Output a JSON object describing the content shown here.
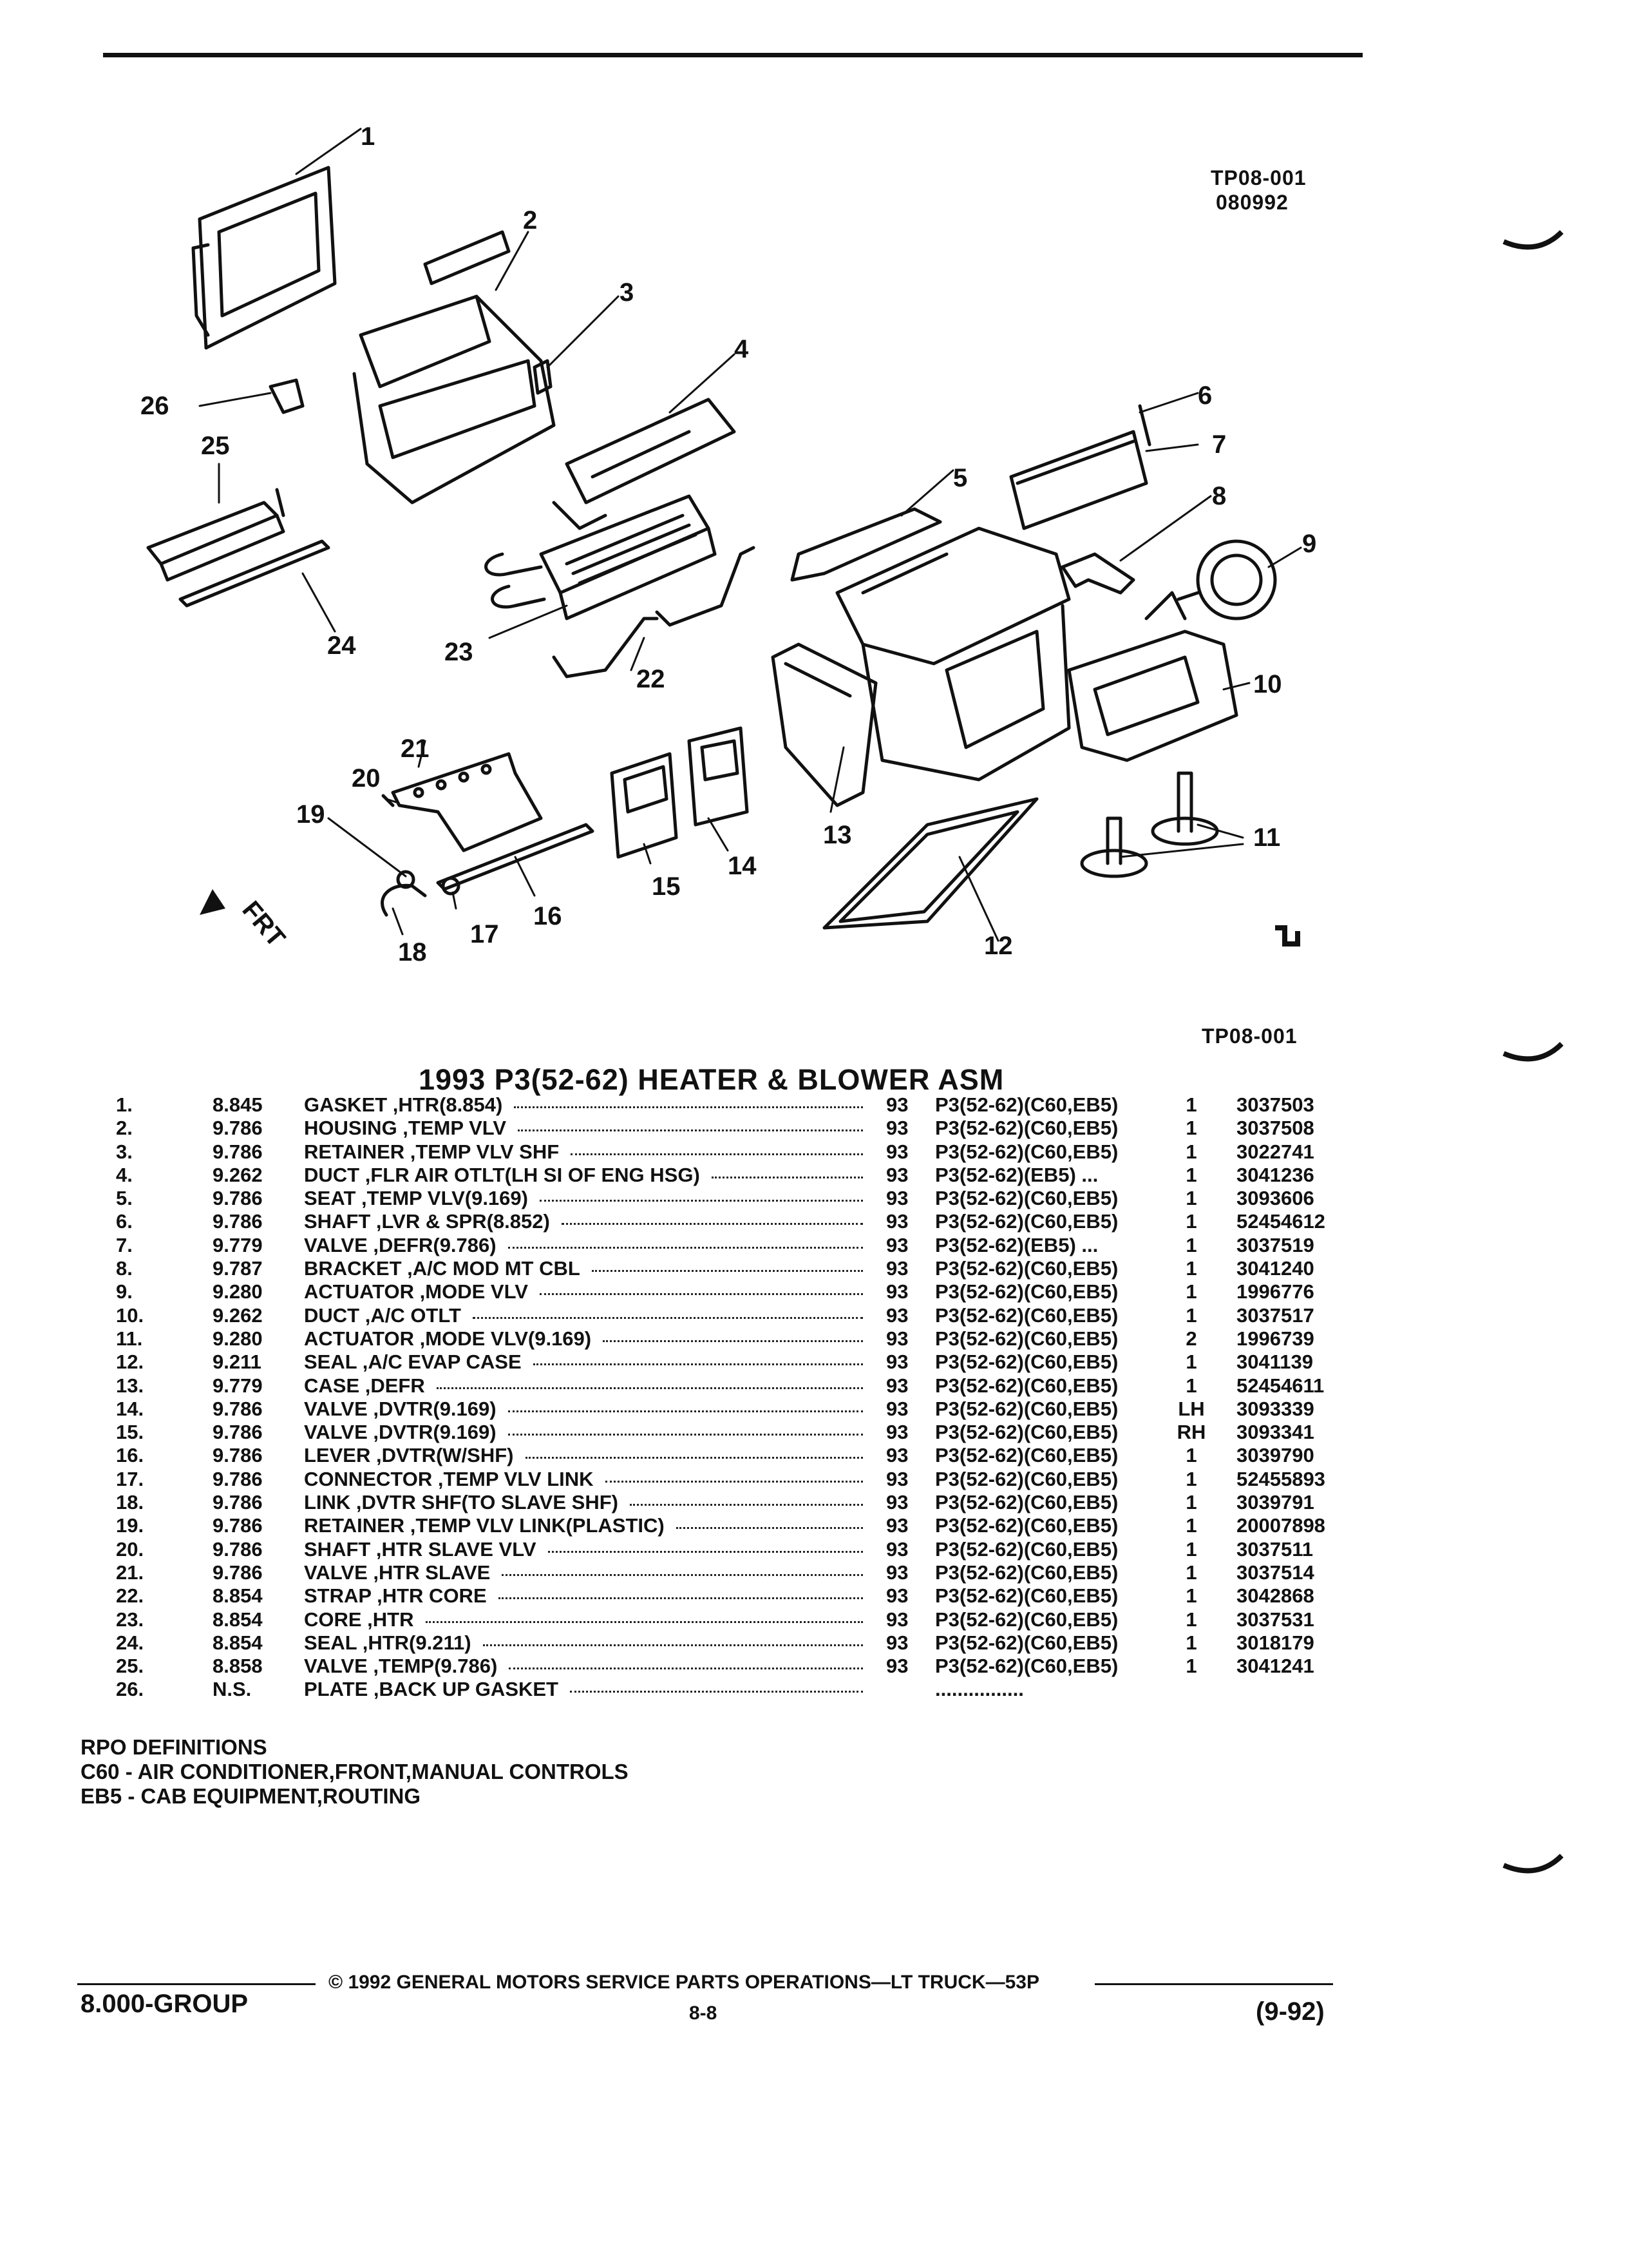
{
  "header": {
    "code1": "TP08-001",
    "code2": "080992"
  },
  "diagram_labels": [
    "1",
    "2",
    "3",
    "4",
    "5",
    "6",
    "7",
    "8",
    "9",
    "10",
    "11",
    "12",
    "13",
    "14",
    "15",
    "16",
    "17",
    "18",
    "19",
    "20",
    "21",
    "22",
    "23",
    "24",
    "25",
    "26"
  ],
  "front_label": "FRT",
  "diagram_code": "TP08-001",
  "title": "1993 P3(52-62) HEATER & BLOWER ASM",
  "parts": [
    {
      "no": "1.",
      "grp": "8.845",
      "desc": "GASKET ,HTR(8.854)",
      "yr": "93",
      "app": "P3(52-62)(C60,EB5)",
      "qty": "1",
      "pn": "3037503"
    },
    {
      "no": "2.",
      "grp": "9.786",
      "desc": "HOUSING ,TEMP VLV",
      "yr": "93",
      "app": "P3(52-62)(C60,EB5)",
      "qty": "1",
      "pn": "3037508"
    },
    {
      "no": "3.",
      "grp": "9.786",
      "desc": "RETAINER ,TEMP VLV SHF",
      "yr": "93",
      "app": "P3(52-62)(C60,EB5)",
      "qty": "1",
      "pn": "3022741"
    },
    {
      "no": "4.",
      "grp": "9.262",
      "desc": "DUCT ,FLR AIR OTLT(LH SI OF ENG HSG)",
      "yr": "93",
      "app": "P3(52-62)(EB5) ...",
      "qty": "1",
      "pn": "3041236"
    },
    {
      "no": "5.",
      "grp": "9.786",
      "desc": "SEAT ,TEMP VLV(9.169)",
      "yr": "93",
      "app": "P3(52-62)(C60,EB5)",
      "qty": "1",
      "pn": "3093606"
    },
    {
      "no": "6.",
      "grp": "9.786",
      "desc": "SHAFT ,LVR & SPR(8.852)",
      "yr": "93",
      "app": "P3(52-62)(C60,EB5)",
      "qty": "1",
      "pn": "52454612"
    },
    {
      "no": "7.",
      "grp": "9.779",
      "desc": "VALVE ,DEFR(9.786)",
      "yr": "93",
      "app": "P3(52-62)(EB5) ...",
      "qty": "1",
      "pn": "3037519"
    },
    {
      "no": "8.",
      "grp": "9.787",
      "desc": "BRACKET ,A/C MOD MT CBL",
      "yr": "93",
      "app": "P3(52-62)(C60,EB5)",
      "qty": "1",
      "pn": "3041240"
    },
    {
      "no": "9.",
      "grp": "9.280",
      "desc": "ACTUATOR ,MODE VLV",
      "yr": "93",
      "app": "P3(52-62)(C60,EB5)",
      "qty": "1",
      "pn": "1996776"
    },
    {
      "no": "10.",
      "grp": "9.262",
      "desc": "DUCT ,A/C OTLT",
      "yr": "93",
      "app": "P3(52-62)(C60,EB5)",
      "qty": "1",
      "pn": "3037517"
    },
    {
      "no": "11.",
      "grp": "9.280",
      "desc": "ACTUATOR ,MODE VLV(9.169)",
      "yr": "93",
      "app": "P3(52-62)(C60,EB5)",
      "qty": "2",
      "pn": "1996739"
    },
    {
      "no": "12.",
      "grp": "9.211",
      "desc": "SEAL ,A/C EVAP CASE",
      "yr": "93",
      "app": "P3(52-62)(C60,EB5)",
      "qty": "1",
      "pn": "3041139"
    },
    {
      "no": "13.",
      "grp": "9.779",
      "desc": "CASE ,DEFR",
      "yr": "93",
      "app": "P3(52-62)(C60,EB5)",
      "qty": "1",
      "pn": "52454611"
    },
    {
      "no": "14.",
      "grp": "9.786",
      "desc": "VALVE ,DVTR(9.169)",
      "yr": "93",
      "app": "P3(52-62)(C60,EB5)",
      "qty": "LH",
      "pn": "3093339"
    },
    {
      "no": "15.",
      "grp": "9.786",
      "desc": "VALVE ,DVTR(9.169)",
      "yr": "93",
      "app": "P3(52-62)(C60,EB5)",
      "qty": "RH",
      "pn": "3093341"
    },
    {
      "no": "16.",
      "grp": "9.786",
      "desc": "LEVER ,DVTR(W/SHF)",
      "yr": "93",
      "app": "P3(52-62)(C60,EB5)",
      "qty": "1",
      "pn": "3039790"
    },
    {
      "no": "17.",
      "grp": "9.786",
      "desc": "CONNECTOR ,TEMP VLV LINK",
      "yr": "93",
      "app": "P3(52-62)(C60,EB5)",
      "qty": "1",
      "pn": "52455893"
    },
    {
      "no": "18.",
      "grp": "9.786",
      "desc": "LINK ,DVTR SHF(TO SLAVE SHF)",
      "yr": "93",
      "app": "P3(52-62)(C60,EB5)",
      "qty": "1",
      "pn": "3039791"
    },
    {
      "no": "19.",
      "grp": "9.786",
      "desc": "RETAINER ,TEMP VLV LINK(PLASTIC)",
      "yr": "93",
      "app": "P3(52-62)(C60,EB5)",
      "qty": "1",
      "pn": "20007898"
    },
    {
      "no": "20.",
      "grp": "9.786",
      "desc": "SHAFT ,HTR SLAVE VLV",
      "yr": "93",
      "app": "P3(52-62)(C60,EB5)",
      "qty": "1",
      "pn": "3037511"
    },
    {
      "no": "21.",
      "grp": "9.786",
      "desc": "VALVE ,HTR SLAVE",
      "yr": "93",
      "app": "P3(52-62)(C60,EB5)",
      "qty": "1",
      "pn": "3037514"
    },
    {
      "no": "22.",
      "grp": "8.854",
      "desc": "STRAP ,HTR CORE",
      "yr": "93",
      "app": "P3(52-62)(C60,EB5)",
      "qty": "1",
      "pn": "3042868"
    },
    {
      "no": "23.",
      "grp": "8.854",
      "desc": "CORE ,HTR",
      "yr": "93",
      "app": "P3(52-62)(C60,EB5)",
      "qty": "1",
      "pn": "3037531"
    },
    {
      "no": "24.",
      "grp": "8.854",
      "desc": "SEAL ,HTR(9.211)",
      "yr": "93",
      "app": "P3(52-62)(C60,EB5)",
      "qty": "1",
      "pn": "3018179"
    },
    {
      "no": "25.",
      "grp": "8.858",
      "desc": "VALVE ,TEMP(9.786)",
      "yr": "93",
      "app": "P3(52-62)(C60,EB5)",
      "qty": "1",
      "pn": "3041241"
    },
    {
      "no": "26.",
      "grp": "N.S.",
      "desc": "PLATE ,BACK UP GASKET",
      "yr": "",
      "app": "................",
      "qty": "",
      "pn": ""
    }
  ],
  "rpo": {
    "heading": "RPO DEFINITIONS",
    "c60": "C60 - AIR CONDITIONER,FRONT,MANUAL CONTROLS",
    "eb5": "EB5 - CAB EQUIPMENT,ROUTING"
  },
  "footer": {
    "copyright": "© 1992 GENERAL MOTORS SERVICE PARTS OPERATIONS—LT TRUCK—53P",
    "group": "8.000-GROUP",
    "page": "8-8",
    "date": "(9-92)"
  }
}
